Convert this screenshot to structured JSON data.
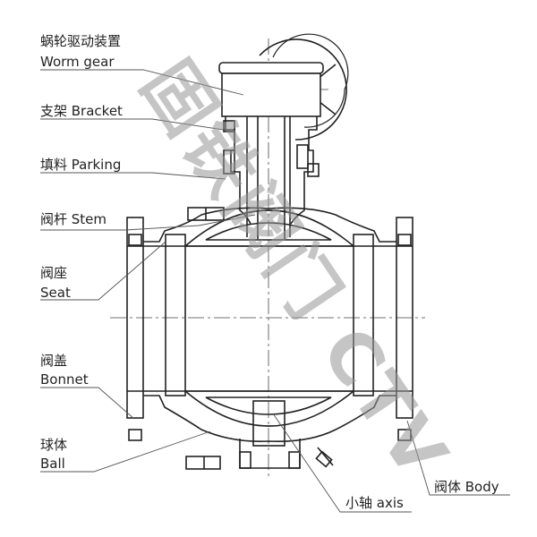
{
  "labels": {
    "worm_gear_cn": "蜗轮驱动装置",
    "worm_gear_en": "Worm gear",
    "bracket": "支架 Bracket",
    "packing": "填料 Parking",
    "stem": "阀杆 Stem",
    "seat_cn": "阀座",
    "seat_en": "Seat",
    "bonnet_cn": "阀盖",
    "bonnet_en": "Bonnet",
    "ball_cn": "球体",
    "ball_en": "Ball",
    "body": "阀体 Body",
    "axis": "小轴 axis"
  },
  "watermark": "固铁阀门 CTV",
  "colors": {
    "line": "#222222",
    "leader": "#555555",
    "watermark": "#969696"
  }
}
